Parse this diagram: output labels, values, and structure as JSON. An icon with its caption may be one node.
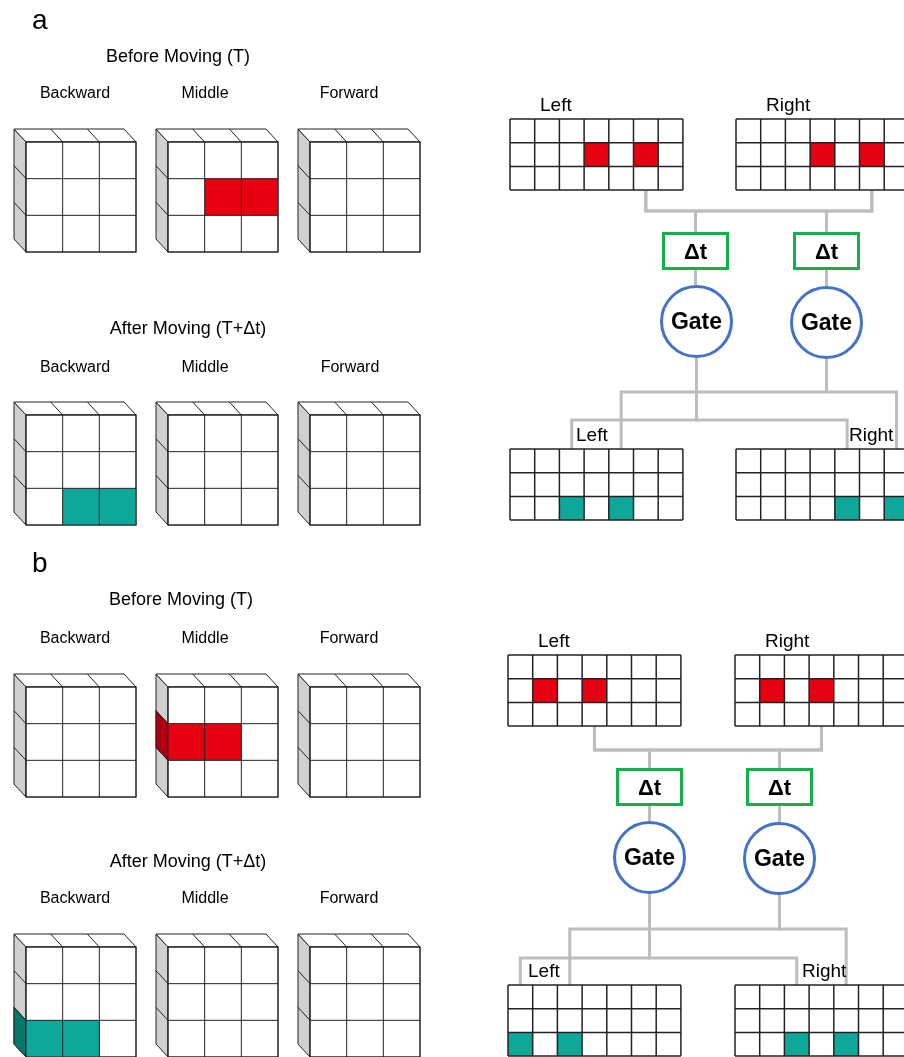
{
  "diagram": {
    "nodes": [
      {
        "text": [
          "Left"
        ]
      },
      {
        "text": [],
        "shape": "box",
        "in": 0
      },
      {
        "text": [
          "Right"
        ]
      },
      {
        "text": [],
        "shape": "box",
        "in": 2
      },
      {
        "text": [
          "Δt"
        ]
      },
      {
        "text": [
          "Δt"
        ]
      },
      {
        "text": [
          "Gate"
        ]
      },
      {
        "text": [
          "Gate"
        ]
      },
      {
        "text": [
          "Left"
        ]
      },
      {
        "text": [],
        "shape": "box",
        "in": 8
      },
      {
        "text": [],
        "shape": "box",
        "in": 8
      },
      {
        "text": [
          "Right"
        ]
      },
      {
        "text": [],
        "shape": "box",
        "in": 11
      },
      {
        "text": [],
        "shape": "box",
        "in": 11
      },
      {
        "text": [
          "Left"
        ]
      },
      {
        "text": [],
        "shape": "box",
        "in": 14
      },
      {
        "text": [
          "Right"
        ]
      },
      {
        "text": [],
        "shape": "box",
        "in": 16
      },
      {
        "text": [
          "Δt"
        ]
      },
      {
        "text": [
          "Δt"
        ]
      },
      {
        "text": [
          "Gate"
        ]
      },
      {
        "text": [
          "Gate"
        ]
      },
      {
        "text": [
          "Left"
        ]
      },
      {
        "text": [],
        "shape": "box",
        "in": 22
      },
      {
        "text": [],
        "shape": "box",
        "in": 22
      },
      {
        "text": [
          "Right"
        ]
      },
      {
        "text": [],
        "shape": "box",
        "in": 25
      },
      {
        "text": [],
        "shape": "box",
        "in": 25
      }
    ],
    "edges": [
      {
        "from": 1,
        "to": 4,
        "arrow": "other"
      },
      {
        "from": 1,
        "to": 5,
        "arrow": "other"
      },
      {
        "from": 3,
        "to": 4,
        "arrow": "other"
      },
      {
        "from": 3,
        "to": 5,
        "arrow": "other"
      },
      {
        "from": 4,
        "to": 6,
        "arrow": "none"
      },
      {
        "from": 5,
        "to": 7,
        "arrow": "none"
      },
      {
        "from": 6,
        "to": 9,
        "arrow": "other"
      },
      {
        "from": 6,
        "to": 12,
        "arrow": "other"
      },
      {
        "from": 7,
        "to": 10,
        "arrow": "other"
      },
      {
        "from": 7,
        "to": 13,
        "arrow": "other"
      },
      {
        "from": 15,
        "to": 18,
        "arrow": "other"
      },
      {
        "from": 15,
        "to": 19,
        "arrow": "other"
      },
      {
        "from": 17,
        "to": 18,
        "arrow": "other"
      },
      {
        "from": 17,
        "to": 19,
        "arrow": "other"
      },
      {
        "from": 18,
        "to": 20,
        "arrow": "none"
      },
      {
        "from": 19,
        "to": 21,
        "arrow": "none"
      },
      {
        "from": 20,
        "to": 23,
        "arrow": "other"
      },
      {
        "from": 20,
        "to": 26,
        "arrow": "other"
      },
      {
        "from": 21,
        "to": 24,
        "arrow": "other"
      },
      {
        "from": 21,
        "to": 27,
        "arrow": "other"
      }
    ],
    "labels": [
      "a",
      "Before Moving (T)",
      "Backward",
      "Middle",
      "Forward",
      "After Moving (T+Δt)",
      "Backward",
      "Middle",
      "Forward",
      "b",
      "Before Moving (T)",
      "Backward",
      "Middle",
      "Forward",
      "After Moving (T+Δt)",
      "Backward",
      "Middle",
      "Forward"
    ]
  }
}
